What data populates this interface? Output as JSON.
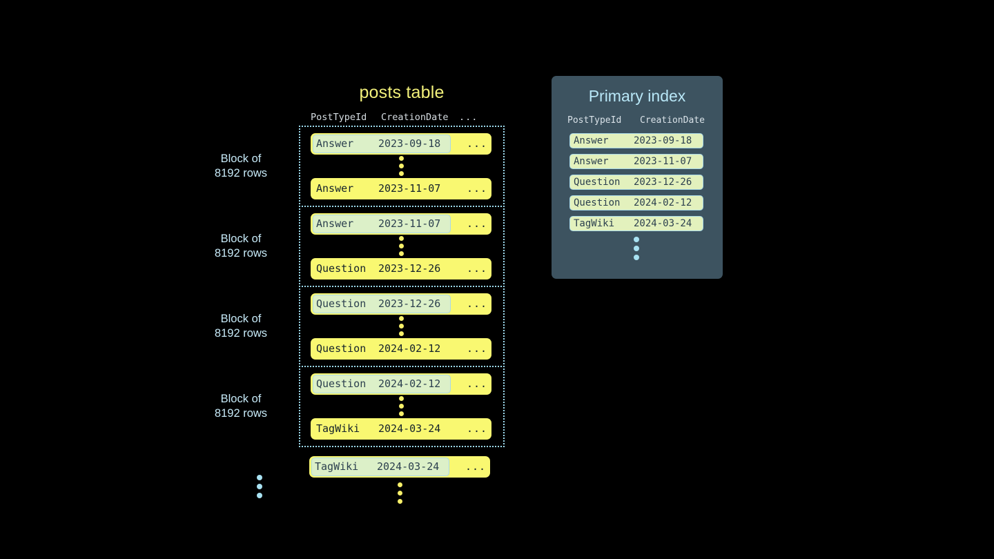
{
  "posts_table": {
    "title": "posts table",
    "columns": {
      "post_type_id": "PostTypeId",
      "creation_date": "CreationDate",
      "ellipsis": "..."
    },
    "block_label": "Block of\n8192 rows",
    "block_label_line1": "Block of",
    "block_label_line2": "8192 rows",
    "row_ellipsis": "...",
    "blocks": [
      {
        "label_line1": "Block of",
        "label_line2": "8192 rows",
        "first_row": {
          "post_type_id": "Answer",
          "creation_date": "2023-09-18",
          "ellipsis": "...",
          "highlighted": true
        },
        "last_row": {
          "post_type_id": "Answer",
          "creation_date": "2023-11-07",
          "ellipsis": "...",
          "highlighted": false
        }
      },
      {
        "label_line1": "Block of",
        "label_line2": "8192 rows",
        "first_row": {
          "post_type_id": "Answer",
          "creation_date": "2023-11-07",
          "ellipsis": "...",
          "highlighted": true
        },
        "last_row": {
          "post_type_id": "Question",
          "creation_date": "2023-12-26",
          "ellipsis": "...",
          "highlighted": false
        }
      },
      {
        "label_line1": "Block of",
        "label_line2": "8192 rows",
        "first_row": {
          "post_type_id": "Question",
          "creation_date": "2023-12-26",
          "ellipsis": "...",
          "highlighted": true
        },
        "last_row": {
          "post_type_id": "Question",
          "creation_date": "2024-02-12",
          "ellipsis": "...",
          "highlighted": false
        }
      },
      {
        "label_line1": "Block of",
        "label_line2": "8192 rows",
        "first_row": {
          "post_type_id": "Question",
          "creation_date": "2024-02-12",
          "ellipsis": "...",
          "highlighted": true
        },
        "last_row": {
          "post_type_id": "TagWiki",
          "creation_date": "2024-03-24",
          "ellipsis": "...",
          "highlighted": false
        }
      }
    ],
    "trailing_row": {
      "post_type_id": "TagWiki",
      "creation_date": "2024-03-24",
      "ellipsis": "...",
      "highlighted": true
    }
  },
  "primary_index": {
    "title": "Primary index",
    "columns": {
      "post_type_id": "PostTypeId",
      "creation_date": "CreationDate"
    },
    "rows": [
      {
        "post_type_id": "Answer",
        "creation_date": "2023-09-18"
      },
      {
        "post_type_id": "Answer",
        "creation_date": "2023-11-07"
      },
      {
        "post_type_id": "Question",
        "creation_date": "2023-12-26"
      },
      {
        "post_type_id": "Question",
        "creation_date": "2024-02-12"
      },
      {
        "post_type_id": "TagWiki",
        "creation_date": "2024-03-24"
      }
    ]
  },
  "colors": {
    "background": "#000000",
    "row_yellow": "#f9f871",
    "highlight_green": "#dcf0c8",
    "highlight_border": "#a9d9e8",
    "block_border": "#9fdcef",
    "accent_blue": "#a9e2f2",
    "panel_slate": "#3d5360",
    "title_yellow": "#f2f07a",
    "title_blue": "#b8e7f7",
    "row_text": "#13212b",
    "column_header": "#d6dde2"
  }
}
